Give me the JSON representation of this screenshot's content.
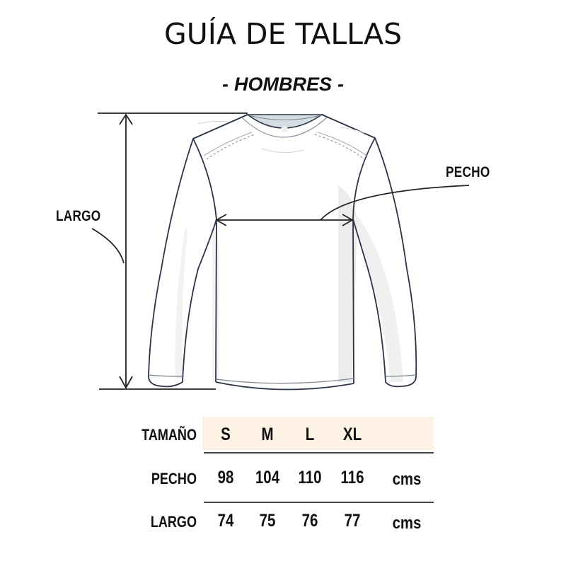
{
  "header": {
    "title": "GUÍA DE TALLAS",
    "subtitle_dash_left": "-",
    "subtitle": "HOMBRES",
    "subtitle_dash_right": "-"
  },
  "diagram": {
    "garment": "long-sleeve-tshirt-icon",
    "labels": {
      "largo": "LARGO",
      "pecho": "PECHO"
    },
    "colors": {
      "outline": "#2b3347",
      "collar_inner": "#d3dde2",
      "shadow": "#ececec",
      "measure_line": "#222222"
    }
  },
  "size_table": {
    "header_label": "TAMAÑO",
    "sizes": [
      "S",
      "M",
      "L",
      "XL"
    ],
    "header_bg": "#fdf2e3",
    "rows": [
      {
        "label": "PECHO",
        "values": [
          "98",
          "104",
          "110",
          "116"
        ],
        "unit": "cms"
      },
      {
        "label": "LARGO",
        "values": [
          "74",
          "75",
          "76",
          "77"
        ],
        "unit": "cms"
      }
    ]
  }
}
